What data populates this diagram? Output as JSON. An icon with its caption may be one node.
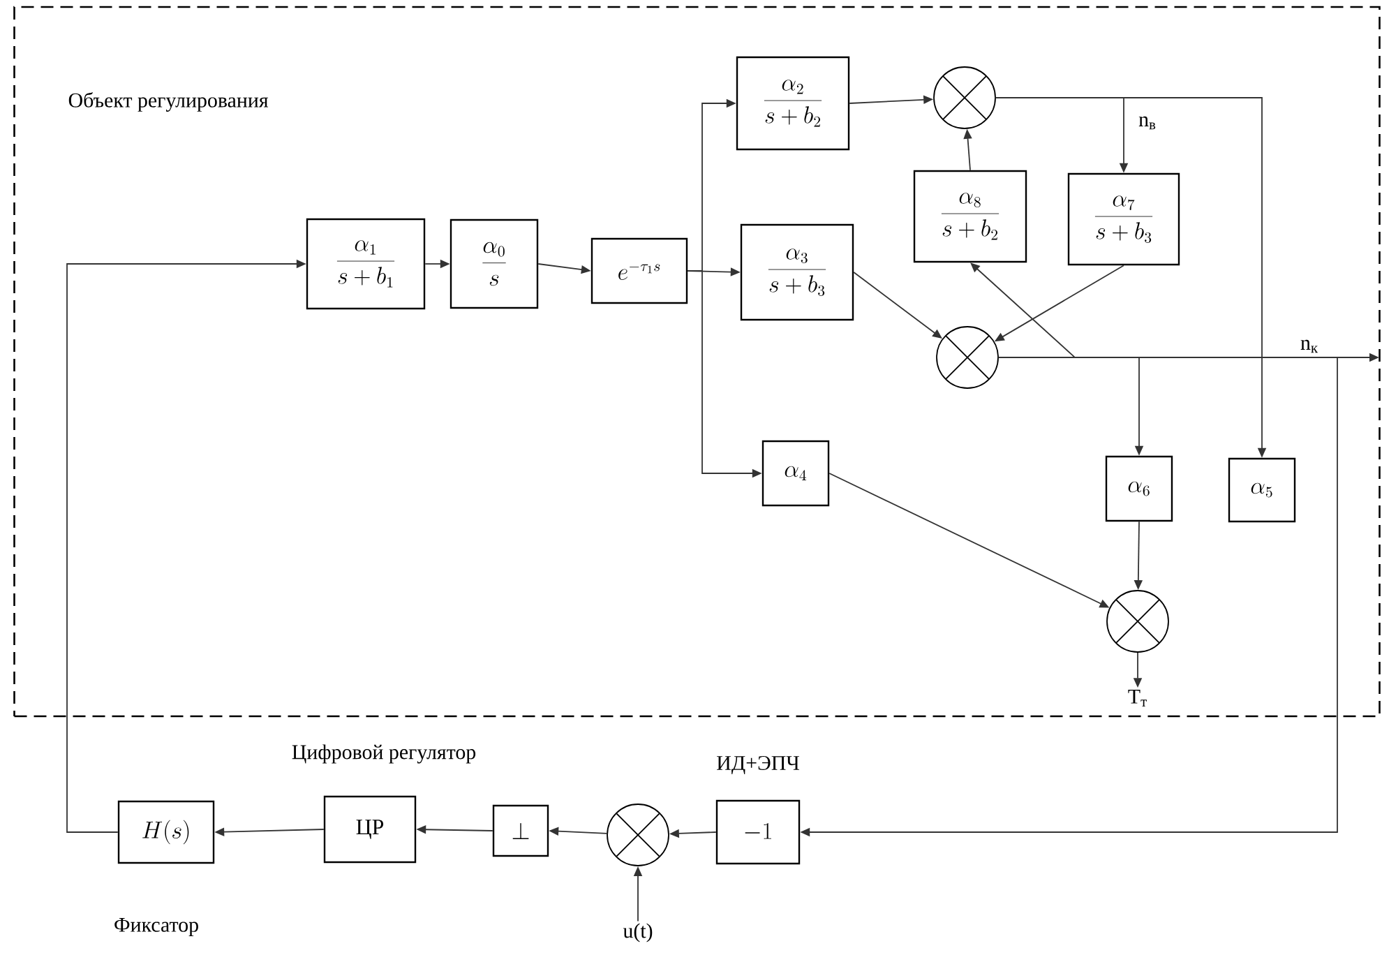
{
  "diagram": {
    "nodes": [
      {
        "text": [
          "Объект регулирования"
        ]
      },
      {
        "text": [
          "\\frac{\\alpha_1}{s+b_1}"
        ],
        "in": 0
      },
      {
        "text": [
          "\\frac{\\alpha_0}{s}"
        ],
        "in": 0
      },
      {
        "text": [
          "e^{-\\tau_1 s}"
        ],
        "in": 0
      },
      {
        "text": [
          "\\frac{\\alpha_2}{s+b_2}"
        ],
        "in": 0
      },
      {
        "text": [],
        "shape": "circle",
        "in": 0
      },
      {
        "text": [
          "\\frac{\\alpha_8}{s+b_2}"
        ],
        "in": 0
      },
      {
        "text": [
          "\\frac{\\alpha_7}{s+b_3}"
        ],
        "in": 0
      },
      {
        "text": [
          "\\frac{\\alpha_3}{s+b_3}"
        ],
        "in": 0
      },
      {
        "text": [],
        "shape": "circle",
        "in": 0
      },
      {
        "text": [
          "\\alpha_4"
        ],
        "in": 0
      },
      {
        "text": [
          "\\alpha_6"
        ],
        "in": 0
      },
      {
        "text": [
          "\\alpha_5"
        ],
        "in": 0
      },
      {
        "text": [],
        "shape": "circle",
        "in": 0
      },
      {
        "text": [
          "-1"
        ],
        "beside": [
          "ИД+ЭПЧ"
        ]
      },
      {
        "text": [],
        "shape": "circle"
      },
      {
        "text": [
          "\\perp"
        ]
      },
      {
        "text": [
          "ЦР"
        ],
        "beside": [
          "Цифровой регулятор"
        ]
      },
      {
        "text": [
          "H(s)"
        ],
        "beside": [
          "Фиксатор"
        ]
      },
      {
        "text": [
          "u(t)"
        ]
      },
      {
        "text": [
          "T$_{т}$"
        ],
        "in": 0
      }
    ],
    "edges": [
      {
        "from": 18,
        "to": 1,
        "arrow": "to"
      },
      {
        "from": 1,
        "to": 2,
        "arrow": "to"
      },
      {
        "from": 2,
        "to": 3,
        "arrow": "to"
      },
      {
        "from": 3,
        "to": 4,
        "arrow": "to"
      },
      {
        "from": 3,
        "to": 8,
        "arrow": "to"
      },
      {
        "from": 3,
        "to": 10,
        "arrow": "to"
      },
      {
        "from": 4,
        "to": 5,
        "arrow": "to"
      },
      {
        "from": 6,
        "to": 5,
        "arrow": "to"
      },
      {
        "from": 5,
        "to": 7,
        "arrow": "to",
        "label": "n$_{в}$"
      },
      {
        "from": 5,
        "to": 12,
        "arrow": "to"
      },
      {
        "from": 7,
        "to": 9,
        "arrow": "to"
      },
      {
        "from": 8,
        "to": 9,
        "arrow": "to"
      },
      {
        "from": 9,
        "to": 6,
        "arrow": "to"
      },
      {
        "from": 9,
        "to": 11,
        "arrow": "to"
      },
      {
        "from": 9,
        "to": null,
        "arrow": "to",
        "label": "n$_{к}$"
      },
      {
        "from": 9,
        "to": 14,
        "arrow": "to"
      },
      {
        "from": 10,
        "to": 13,
        "arrow": "to"
      },
      {
        "from": 11,
        "to": 13,
        "arrow": "to"
      },
      {
        "from": 13,
        "to": 20,
        "arrow": "to"
      },
      {
        "from": 14,
        "to": 15,
        "arrow": "to"
      },
      {
        "from": 19,
        "to": 15,
        "arrow": "to"
      },
      {
        "from": 15,
        "to": 16,
        "arrow": "to"
      },
      {
        "from": 16,
        "to": 17,
        "arrow": "to"
      },
      {
        "from": 17,
        "to": 18,
        "arrow": "to"
      }
    ]
  }
}
